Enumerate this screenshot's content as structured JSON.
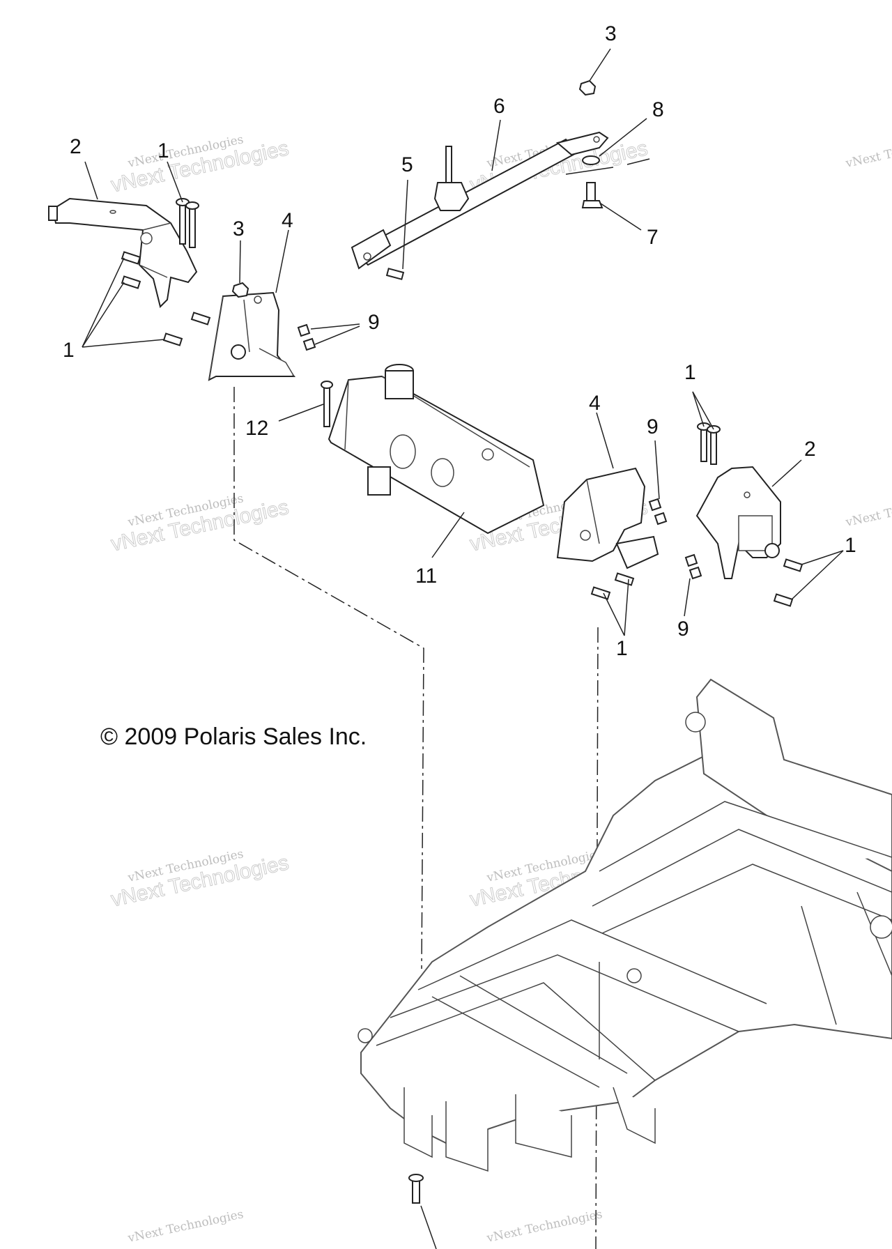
{
  "copyright": "© 2009 Polaris Sales Inc.",
  "watermark": {
    "line1": "vNext Technologies",
    "line2": "vNext Technologies"
  },
  "callouts": [
    {
      "id": "c3-top",
      "label": "3"
    },
    {
      "id": "c6",
      "label": "6"
    },
    {
      "id": "c8",
      "label": "8"
    },
    {
      "id": "c7",
      "label": "7"
    },
    {
      "id": "c5",
      "label": "5"
    },
    {
      "id": "c2-left",
      "label": "2"
    },
    {
      "id": "c1-top-left",
      "label": "1"
    },
    {
      "id": "c3-mid",
      "label": "3"
    },
    {
      "id": "c4-left",
      "label": "4"
    },
    {
      "id": "c9-left",
      "label": "9"
    },
    {
      "id": "c1-left",
      "label": "1"
    },
    {
      "id": "c12",
      "label": "12"
    },
    {
      "id": "c11",
      "label": "11"
    },
    {
      "id": "c4-right",
      "label": "4"
    },
    {
      "id": "c9-right-top",
      "label": "9"
    },
    {
      "id": "c1-right-top",
      "label": "1"
    },
    {
      "id": "c2-right",
      "label": "2"
    },
    {
      "id": "c1-right",
      "label": "1"
    },
    {
      "id": "c9-right-bottom",
      "label": "9"
    },
    {
      "id": "c1-bottom",
      "label": "1"
    }
  ],
  "colors": {
    "line": "#222222",
    "frame": "#555555",
    "watermark": "#888888"
  }
}
